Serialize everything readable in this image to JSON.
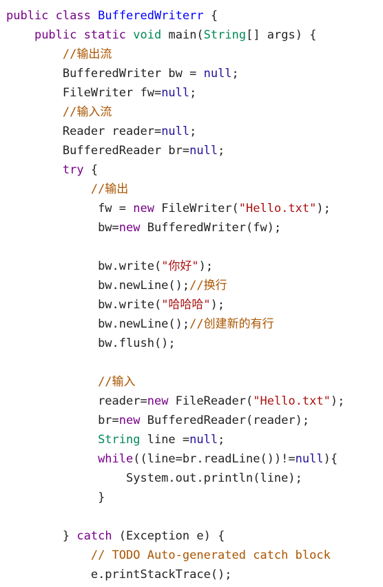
{
  "colors": {
    "background": "#ffffff",
    "plain": "#222222",
    "keyword": "#770088",
    "type": "#008855",
    "class_def": "#0000ff",
    "literal": "#221199",
    "string": "#aa1111",
    "comment": "#aa5500"
  },
  "code": {
    "lines": [
      {
        "indent": "",
        "tokens": [
          {
            "t": "kw",
            "v": "public"
          },
          {
            "t": "p",
            "v": " "
          },
          {
            "t": "kw",
            "v": "class"
          },
          {
            "t": "p",
            "v": " "
          },
          {
            "t": "cls",
            "v": "BufferedWriterr"
          },
          {
            "t": "p",
            "v": " {"
          }
        ]
      },
      {
        "indent": "    ",
        "tokens": [
          {
            "t": "kw",
            "v": "public"
          },
          {
            "t": "p",
            "v": " "
          },
          {
            "t": "kw",
            "v": "static"
          },
          {
            "t": "p",
            "v": " "
          },
          {
            "t": "ty",
            "v": "void"
          },
          {
            "t": "p",
            "v": " main("
          },
          {
            "t": "ty",
            "v": "String"
          },
          {
            "t": "p",
            "v": "[] args) {"
          }
        ]
      },
      {
        "indent": "        ",
        "tokens": [
          {
            "t": "cm",
            "v": "//输出流"
          }
        ]
      },
      {
        "indent": "        ",
        "tokens": [
          {
            "t": "p",
            "v": "BufferedWriter bw = "
          },
          {
            "t": "lit",
            "v": "null"
          },
          {
            "t": "p",
            "v": ";"
          }
        ]
      },
      {
        "indent": "        ",
        "tokens": [
          {
            "t": "p",
            "v": "FileWriter fw="
          },
          {
            "t": "lit",
            "v": "null"
          },
          {
            "t": "p",
            "v": ";"
          }
        ]
      },
      {
        "indent": "        ",
        "tokens": [
          {
            "t": "cm",
            "v": "//输入流"
          }
        ]
      },
      {
        "indent": "        ",
        "tokens": [
          {
            "t": "p",
            "v": "Reader reader="
          },
          {
            "t": "lit",
            "v": "null"
          },
          {
            "t": "p",
            "v": ";"
          }
        ]
      },
      {
        "indent": "        ",
        "tokens": [
          {
            "t": "p",
            "v": "BufferedReader br="
          },
          {
            "t": "lit",
            "v": "null"
          },
          {
            "t": "p",
            "v": ";"
          }
        ]
      },
      {
        "indent": "        ",
        "tokens": [
          {
            "t": "kw",
            "v": "try"
          },
          {
            "t": "p",
            "v": " {"
          }
        ]
      },
      {
        "indent": "            ",
        "tokens": [
          {
            "t": "cm",
            "v": "//输出"
          }
        ]
      },
      {
        "indent": "             ",
        "tokens": [
          {
            "t": "p",
            "v": "fw = "
          },
          {
            "t": "kw",
            "v": "new"
          },
          {
            "t": "p",
            "v": " FileWriter("
          },
          {
            "t": "str",
            "v": "\"Hello.txt\""
          },
          {
            "t": "p",
            "v": ");"
          }
        ]
      },
      {
        "indent": "             ",
        "tokens": [
          {
            "t": "p",
            "v": "bw="
          },
          {
            "t": "kw",
            "v": "new"
          },
          {
            "t": "p",
            "v": " BufferedWriter(fw);"
          }
        ]
      },
      {
        "indent": "",
        "tokens": []
      },
      {
        "indent": "             ",
        "tokens": [
          {
            "t": "p",
            "v": "bw.write("
          },
          {
            "t": "str",
            "v": "\"你好\""
          },
          {
            "t": "p",
            "v": ");"
          }
        ]
      },
      {
        "indent": "             ",
        "tokens": [
          {
            "t": "p",
            "v": "bw.newLine();"
          },
          {
            "t": "cm",
            "v": "//换行"
          }
        ]
      },
      {
        "indent": "             ",
        "tokens": [
          {
            "t": "p",
            "v": "bw.write("
          },
          {
            "t": "str",
            "v": "\"哈哈哈\""
          },
          {
            "t": "p",
            "v": ");"
          }
        ]
      },
      {
        "indent": "             ",
        "tokens": [
          {
            "t": "p",
            "v": "bw.newLine();"
          },
          {
            "t": "cm",
            "v": "//创建新的有行"
          }
        ]
      },
      {
        "indent": "             ",
        "tokens": [
          {
            "t": "p",
            "v": "bw.flush();"
          }
        ]
      },
      {
        "indent": "",
        "tokens": []
      },
      {
        "indent": "             ",
        "tokens": [
          {
            "t": "cm",
            "v": "//输入"
          }
        ]
      },
      {
        "indent": "             ",
        "tokens": [
          {
            "t": "p",
            "v": "reader="
          },
          {
            "t": "kw",
            "v": "new"
          },
          {
            "t": "p",
            "v": " FileReader("
          },
          {
            "t": "str",
            "v": "\"Hello.txt\""
          },
          {
            "t": "p",
            "v": ");"
          }
        ]
      },
      {
        "indent": "             ",
        "tokens": [
          {
            "t": "p",
            "v": "br="
          },
          {
            "t": "kw",
            "v": "new"
          },
          {
            "t": "p",
            "v": " BufferedReader(reader);"
          }
        ]
      },
      {
        "indent": "             ",
        "tokens": [
          {
            "t": "ty",
            "v": "String"
          },
          {
            "t": "p",
            "v": " line ="
          },
          {
            "t": "lit",
            "v": "null"
          },
          {
            "t": "p",
            "v": ";"
          }
        ]
      },
      {
        "indent": "             ",
        "tokens": [
          {
            "t": "kw",
            "v": "while"
          },
          {
            "t": "p",
            "v": "((line=br.readLine())!="
          },
          {
            "t": "lit",
            "v": "null"
          },
          {
            "t": "p",
            "v": "){"
          }
        ]
      },
      {
        "indent": "                 ",
        "tokens": [
          {
            "t": "p",
            "v": "System.out.println(line);"
          }
        ]
      },
      {
        "indent": "             ",
        "tokens": [
          {
            "t": "p",
            "v": "}"
          }
        ]
      },
      {
        "indent": "",
        "tokens": []
      },
      {
        "indent": "        ",
        "tokens": [
          {
            "t": "p",
            "v": "} "
          },
          {
            "t": "kw",
            "v": "catch"
          },
          {
            "t": "p",
            "v": " (Exception e) {"
          }
        ]
      },
      {
        "indent": "            ",
        "tokens": [
          {
            "t": "cm",
            "v": "// TODO Auto-generated catch block"
          }
        ]
      },
      {
        "indent": "            ",
        "tokens": [
          {
            "t": "p",
            "v": "e.printStackTrace();"
          }
        ]
      }
    ]
  }
}
